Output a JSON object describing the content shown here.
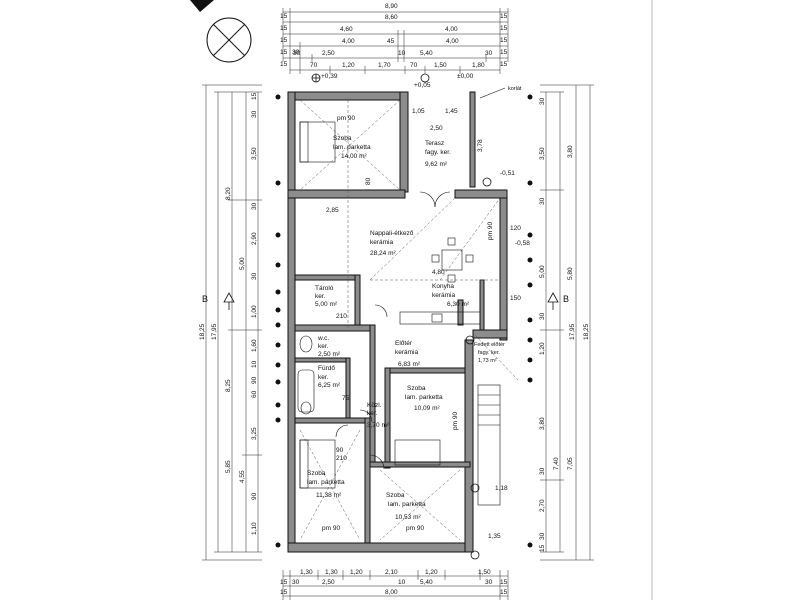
{
  "dims_top": {
    "row1": [
      "15",
      "8,90",
      "15"
    ],
    "row2": [
      "15",
      "8,60",
      "15"
    ],
    "row3": [
      "15",
      "4,60",
      "4,00",
      "15"
    ],
    "row4": [
      "15",
      "30",
      "4,00",
      "45",
      "4,00",
      "15"
    ],
    "row5": [
      "15",
      "30",
      "2,50",
      "10",
      "5,40",
      "30",
      "15"
    ],
    "row6": [
      "70",
      "1,20",
      "1,70",
      "70",
      "1,50",
      "1,80"
    ]
  },
  "dims_bottom": {
    "row1": [
      "1,30",
      "1,30",
      "1,20",
      "2,10",
      "1,20",
      "1,50"
    ],
    "row2": [
      "15",
      "30",
      "2,50",
      "10",
      "5,40",
      "30",
      "15"
    ],
    "row3": [
      "15",
      "8,00",
      "15"
    ]
  },
  "dims_left": {
    "outer": [
      "18,25",
      "17,95"
    ],
    "col1": [
      "15",
      "30",
      "3,50",
      "30",
      "2,90",
      "30",
      "1,00",
      "1,60",
      "10",
      "90",
      "60",
      "3,25",
      "90",
      "1,10"
    ],
    "col2": [
      "5,85",
      "4,55",
      "8,25",
      "5,00",
      "8,20"
    ]
  },
  "dims_right": {
    "outer": [
      "17,95",
      "18,25"
    ],
    "col1": [
      "30",
      "3,50",
      "30",
      "5,00",
      "30",
      "1,20",
      "3,80",
      "30",
      "2,70",
      "30",
      "15"
    ],
    "col2": [
      "3,80",
      "5,80",
      "7,40",
      "7,05"
    ]
  },
  "levels": {
    "top_left": "+0,39",
    "top_mid": "+0,05",
    "zero": "±0,00",
    "terrace": "-0,51",
    "entry": "-0,58",
    "right_low": "1,18",
    "bottom": "1,35",
    "korlat": "korlát"
  },
  "section_markers": {
    "left": "B",
    "right": "B"
  },
  "rooms": [
    {
      "name": "Szoba",
      "floor": "lam. parketta",
      "area": "14,00 m²",
      "height": "pm 90"
    },
    {
      "name": "Terasz",
      "floor": "fagy. ker.",
      "area": "9,62 m²",
      "height": ""
    },
    {
      "name": "Nappali-étkező",
      "floor": "kerámia",
      "area": "28,24 m²",
      "height": ""
    },
    {
      "name": "Tároló",
      "floor": "ker.",
      "area": "5,00 m²",
      "height": ""
    },
    {
      "name": "Konyha",
      "floor": "kerámia",
      "area": "6,30 m²",
      "height": ""
    },
    {
      "name": "w.c.",
      "floor": "ker.",
      "area": "2,50 m²",
      "height": ""
    },
    {
      "name": "Előtér",
      "floor": "kerámia",
      "area": "6,83 m²",
      "height": ""
    },
    {
      "name": "Fedett előtér",
      "floor": "fagy. ker.",
      "area": "1,73 m²",
      "height": ""
    },
    {
      "name": "Fürdő",
      "floor": "ker.",
      "area": "6,25 m²",
      "height": ""
    },
    {
      "name": "Szoba",
      "floor": "lam. parketta",
      "area": "10,09 m²",
      "height": ""
    },
    {
      "name": "Közl.",
      "floor": "ker.",
      "area": "3,70 m²",
      "height": ""
    },
    {
      "name": "Szoba",
      "floor": "lam. parketta",
      "area": "11,38 m²",
      "height": "pm 90"
    },
    {
      "name": "Szoba",
      "floor": "lam. parketta",
      "area": "10,53 m²",
      "height": "pm 90"
    }
  ],
  "inner_dims": {
    "terrace_w1": "1,05",
    "terrace_w2": "1,45",
    "terrace_w3": "2,50",
    "terrace_h": "3,78",
    "living_w": "2,85",
    "kitchen_w": "4,80",
    "pm_a": "pm 90",
    "pm_b": "pm 90",
    "door_210": "210",
    "door_90": "90",
    "door_75": "75",
    "door_80": "80",
    "val_120": "120",
    "val_150": "150"
  }
}
